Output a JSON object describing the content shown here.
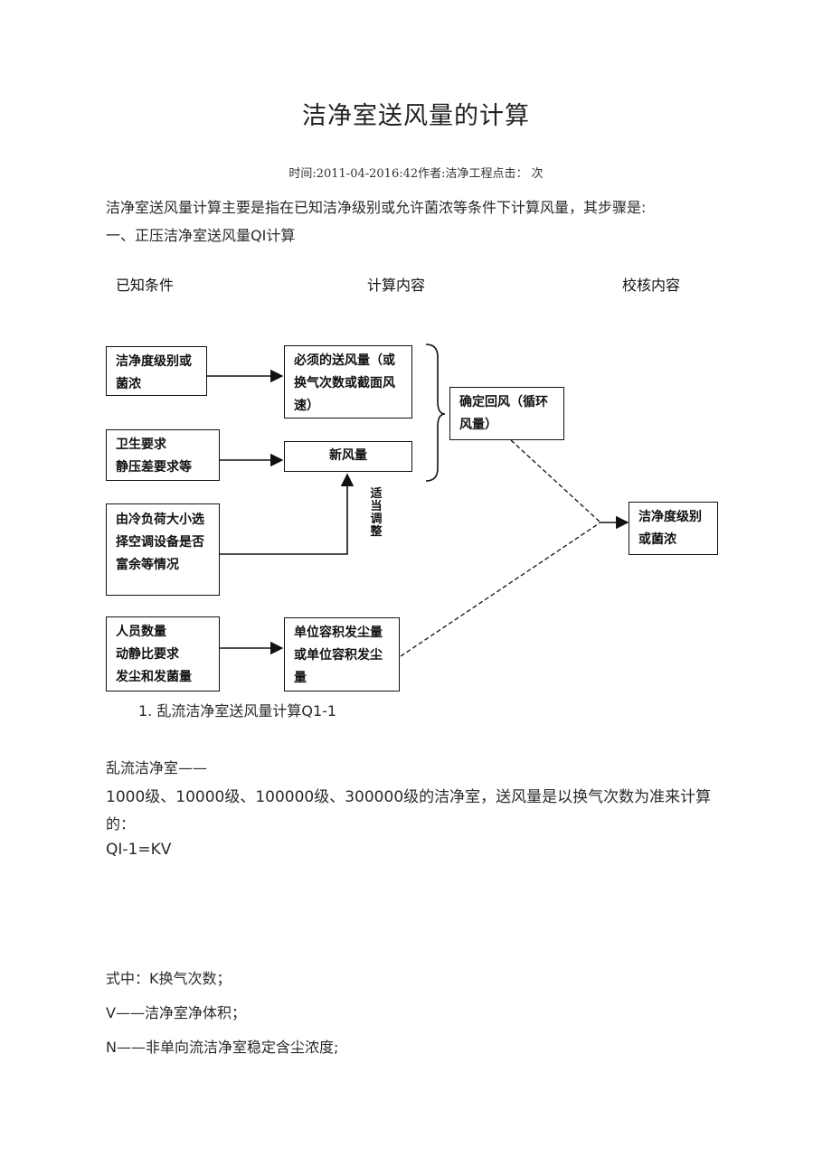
{
  "title": "洁净室送风量的计算",
  "meta": "时间:2011-04-2016:42作者:洁净工程点击： 次",
  "intro": "洁净室送风量计算主要是指在已知洁净级别或允许菌浓等条件下计算风量，其步骤是:",
  "section1": "一、正压洁净室送风量QⅠ计算",
  "diagram": {
    "col_known": "已知条件",
    "col_calc": "计算内容",
    "col_check": "校核内容",
    "box_clean_level": [
      "洁净度级别或",
      "菌浓"
    ],
    "box_required_air": [
      "必须的送风量（或",
      "换气次数或截面风",
      "速）"
    ],
    "box_hygiene": [
      "卫生要求",
      "静压差要求等"
    ],
    "box_fresh_air": [
      "新风量"
    ],
    "box_cooling_load": [
      "由冷负荷大小选",
      "择空调设备是否",
      "富余等情况"
    ],
    "box_return_air": [
      "确定回风（循环",
      "风量）"
    ],
    "adjust_label": [
      "适",
      "当",
      "调",
      "整"
    ],
    "box_people": [
      "人员数量",
      "动静比要求",
      "发尘和发菌量"
    ],
    "box_dust_unit": [
      "单位容积发尘量",
      "或单位容积发尘",
      "量"
    ],
    "box_result": [
      "洁净度级别",
      "或菌浓"
    ]
  },
  "caption1": "1. 乱流洁净室送风量计算Q1-1",
  "turbulent_label": "乱流洁净室——",
  "turbulent_desc_1": "1000级、10000级、100000级、300000级的洁净室，送风量是以换气次数为准来计算",
  "turbulent_desc_2": "的：",
  "formula": "QⅠ-1=KV",
  "where_k": "式中：K换气次数；",
  "where_v": "V——洁净室净体积；",
  "where_n": "N——非单向流洁净室稳定含尘浓度;"
}
